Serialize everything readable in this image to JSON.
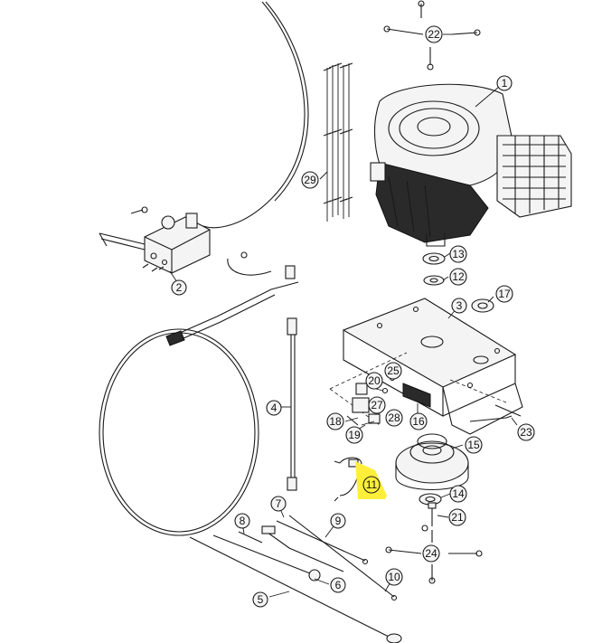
{
  "callouts": [
    {
      "id": "c1",
      "label": "1"
    },
    {
      "id": "c2",
      "label": "2"
    },
    {
      "id": "c3",
      "label": "3"
    },
    {
      "id": "c4",
      "label": "4"
    },
    {
      "id": "c5",
      "label": "5"
    },
    {
      "id": "c6",
      "label": "6"
    },
    {
      "id": "c7",
      "label": "7"
    },
    {
      "id": "c8",
      "label": "8"
    },
    {
      "id": "c9",
      "label": "9"
    },
    {
      "id": "c10",
      "label": "10"
    },
    {
      "id": "c11",
      "label": "11"
    },
    {
      "id": "c12",
      "label": "12"
    },
    {
      "id": "c13",
      "label": "13"
    },
    {
      "id": "c14",
      "label": "14"
    },
    {
      "id": "c15",
      "label": "15"
    },
    {
      "id": "c16",
      "label": "16"
    },
    {
      "id": "c17",
      "label": "17"
    },
    {
      "id": "c18",
      "label": "18"
    },
    {
      "id": "c19",
      "label": "19"
    },
    {
      "id": "c20",
      "label": "20"
    },
    {
      "id": "c21",
      "label": "21"
    },
    {
      "id": "c22",
      "label": "22"
    },
    {
      "id": "c23",
      "label": "23"
    },
    {
      "id": "c24",
      "label": "24"
    },
    {
      "id": "c25",
      "label": "25"
    },
    {
      "id": "c27",
      "label": "27"
    },
    {
      "id": "c28",
      "label": "28"
    },
    {
      "id": "c29",
      "label": "29"
    }
  ],
  "highlight": {
    "callout": "11",
    "color": "#ffef3a"
  },
  "colors": {
    "line": "#1a1a1a",
    "background": "#ffffff"
  }
}
